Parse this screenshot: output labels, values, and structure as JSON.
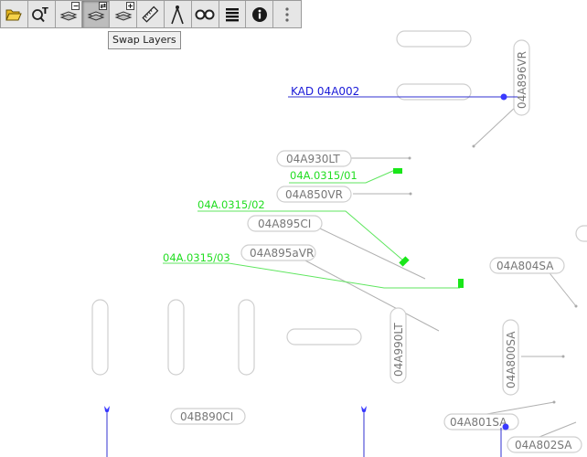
{
  "toolbar": {
    "buttons": [
      {
        "name": "open-folder",
        "icon": "folder-open-icon"
      },
      {
        "name": "search-text",
        "icon": "search-text-icon"
      },
      {
        "name": "remove-layer",
        "icon": "layers-minus-icon",
        "badge": "−"
      },
      {
        "name": "swap-layers",
        "icon": "layers-swap-icon",
        "badge": "⇄"
      },
      {
        "name": "add-layer",
        "icon": "layers-plus-icon",
        "badge": "+"
      },
      {
        "name": "measure",
        "icon": "ruler-icon"
      },
      {
        "name": "compass",
        "icon": "compass-icon"
      },
      {
        "name": "binoculars",
        "icon": "binoculars-icon"
      },
      {
        "name": "layers-list",
        "icon": "list-lines-icon"
      },
      {
        "name": "info",
        "icon": "info-icon"
      },
      {
        "name": "more",
        "icon": "more-vertical-icon"
      }
    ],
    "tooltip": "Swap Layers"
  },
  "map": {
    "colors": {
      "blue": "#0000cc",
      "green": "#00ee00",
      "gray": "#aaaaaa",
      "label": "#777777"
    },
    "labels": {
      "kad": "KAD 04A002",
      "g1": "04A.0315/01",
      "g2": "04A.0315/02",
      "g3": "04A.0315/03",
      "p_930": "04A930LT",
      "p_850": "04A850VR",
      "p_895ci": "04A895CI",
      "p_895avr": "04A895aVR",
      "p_804": "04A804SA",
      "p_896": "04A896VR",
      "p_990": "04A990LT",
      "p_800": "04A800SA",
      "p_b890": "04B890CI",
      "p_801": "04A801SA",
      "p_802": "04A802SA"
    }
  }
}
